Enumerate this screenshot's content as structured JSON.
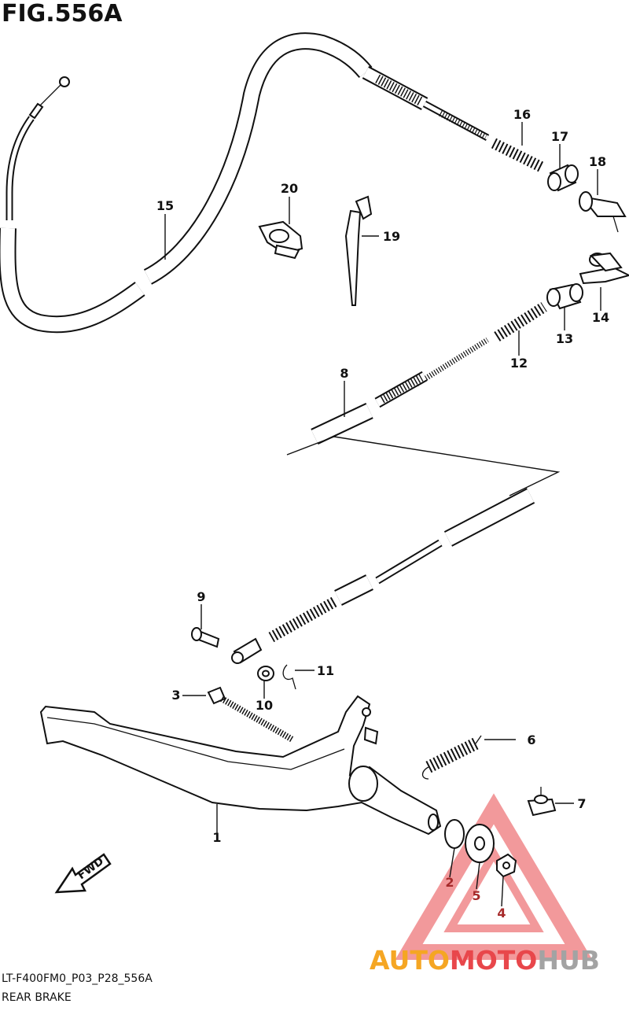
{
  "figure": {
    "title": "FIG.556A",
    "code": "LT-F400FM0_P03_P28_556A",
    "name": "REAR BRAKE"
  },
  "callouts": [
    "1",
    "2",
    "3",
    "4",
    "5",
    "6",
    "7",
    "8",
    "9",
    "10",
    "11",
    "12",
    "13",
    "14",
    "15",
    "16",
    "17",
    "18",
    "19",
    "20"
  ],
  "fwd_arrow": {
    "label": "FWD"
  },
  "watermark": {
    "text_a": "AUTO",
    "text_b": "MOTO",
    "text_c": "HUB",
    "color_a": "#f5a623",
    "color_b": "#e8474b",
    "color_c": "#a3a3a3"
  },
  "colors": {
    "line": "#111111",
    "accent_red": "#a62a2a",
    "watermark_triangle": "#e8474b"
  }
}
